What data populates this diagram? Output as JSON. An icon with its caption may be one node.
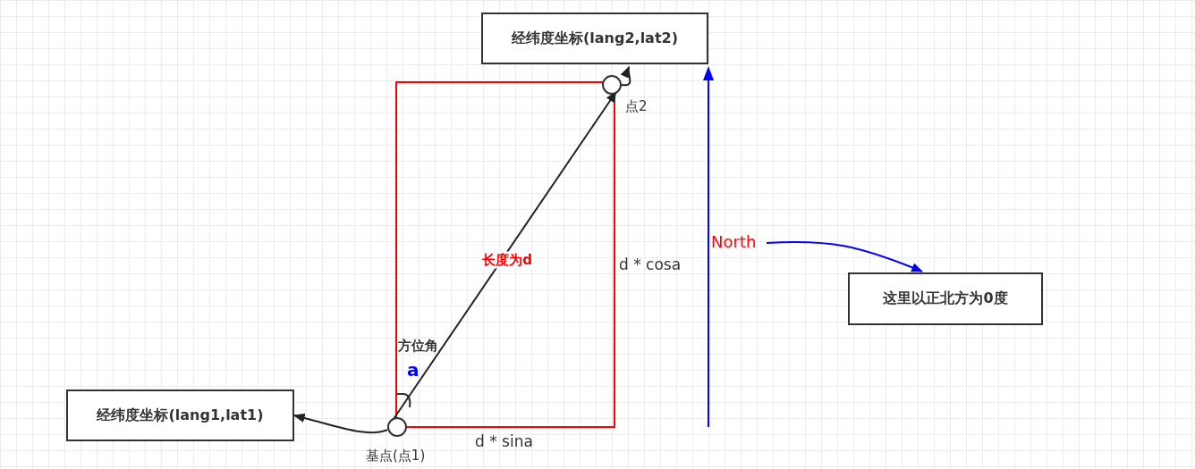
{
  "diagram": {
    "nodes": [
      {
        "text": [
          "经纬度坐标(lang2,lat2)"
        ]
      },
      {
        "text": [],
        "shape": "circle",
        "beside": [
          "点2"
        ]
      },
      {
        "text": [
          "经纬度坐标(lang1,lat1)"
        ]
      },
      {
        "text": [],
        "shape": "circle",
        "beside": [
          "基点(点1)"
        ]
      },
      {
        "text": [
          "这里以正北方为0度"
        ]
      },
      {
        "text": [
          "North"
        ]
      }
    ],
    "edges": [
      {
        "from": 3,
        "to": 1,
        "arrow": "to",
        "label": "长度为d"
      },
      {
        "from": 1,
        "to": 0,
        "arrow": "to"
      },
      {
        "from": 3,
        "to": 2,
        "arrow": "to"
      },
      {
        "from": 5,
        "to": 4,
        "arrow": "to",
        "color": "#0000ff"
      }
    ],
    "labels": [
      "方位角",
      "a",
      "d * cosa",
      "d * sina"
    ]
  }
}
